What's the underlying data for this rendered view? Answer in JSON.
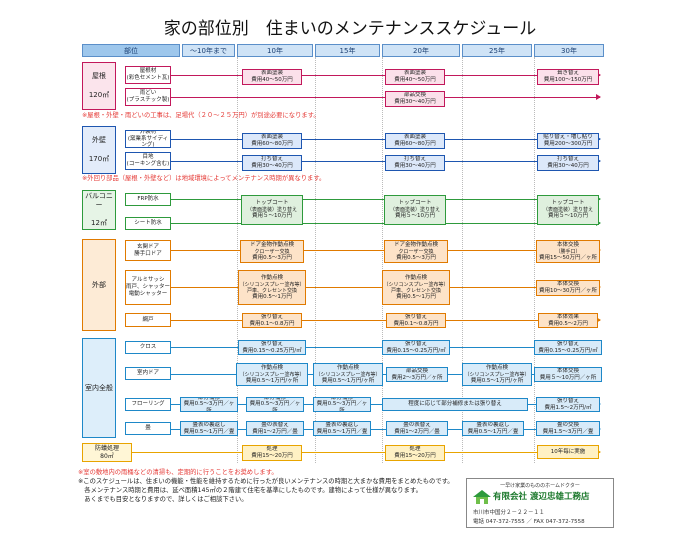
{
  "title": "家の部位別　住まいのメンテナンススケジュール",
  "header": [
    "部位",
    "～10年まで",
    "10年",
    "15年",
    "20年",
    "25年",
    "30年"
  ],
  "colors": {
    "roof": "#c2185b",
    "wall": "#1e56b0",
    "balcony": "#2e9a3c",
    "exterior": "#e07a00",
    "interior": "#1e88c8",
    "termite": "#e8a400",
    "note": "#e53935"
  },
  "sections": {
    "roof": {
      "name": "屋根",
      "area": "120㎡",
      "items": [
        "屋根材\n(彩色セメント瓦)",
        "雨どい\n(プラスチック製)"
      ],
      "tasks": [
        {
          "title": "表面塗装",
          "cost": "費用40～50万円"
        },
        {
          "title": "表面塗装",
          "cost": "費用40～50万円"
        },
        {
          "title": "葺き替え",
          "cost": "費用100～150万円"
        },
        {
          "title": "部品交換",
          "cost": "費用30～40万円"
        }
      ],
      "note": "※屋根・外壁・雨どいの工事は、足場代（２０～２５万円）が別途必要になります。"
    },
    "wall": {
      "name": "外壁",
      "area": "170㎡",
      "items": [
        "外装材\n(窯業系サイディング)",
        "目地\n(コーキング含む)"
      ],
      "tasks": [
        {
          "title": "表面塗装",
          "cost": "費用60～80万円"
        },
        {
          "title": "表面塗装",
          "cost": "費用60～80万円"
        },
        {
          "title": "貼り替え・増し貼り",
          "cost": "費用200～300万円"
        },
        {
          "title": "打ち替え",
          "cost": "費用30～40万円"
        },
        {
          "title": "打ち替え",
          "cost": "費用30～40万円"
        },
        {
          "title": "打ち替え",
          "cost": "費用30～40万円"
        }
      ],
      "note": "※外回り部品（屋根・外壁など）は地域環境によってメンテナンス時期が異なります。"
    },
    "balcony": {
      "name": "バルコニー",
      "area": "12㎡",
      "items": [
        "FRP防水",
        "シート防水"
      ],
      "tasks": [
        {
          "title": "トップコート",
          "sub": "（表面塗装）塗り替え",
          "cost": "費用５～10万円"
        },
        {
          "title": "トップコート",
          "sub": "（表面塗装）塗り替え",
          "cost": "費用５～10万円"
        },
        {
          "title": "トップコート",
          "sub": "（表面塗装）塗り替え",
          "cost": "費用５～10万円"
        }
      ]
    },
    "exterior": {
      "name": "外部",
      "items": [
        "玄関ドア\n勝手口ドア",
        "アルミサッシ\n雨戸、シャッター\n電動シャッター",
        "網戸"
      ],
      "tasks": [
        {
          "title": "ドア金物作動点検",
          "sub": "クローザー交換",
          "cost": "費用0.5～3万円"
        },
        {
          "title": "ドア金物作動点検",
          "sub": "クローザー交換",
          "cost": "費用0.5～3万円"
        },
        {
          "title": "本体交換",
          "sub": "（勝手口）",
          "cost": "費用15～50万円／ヶ所"
        },
        {
          "title": "作動点検",
          "sub": "（シリコンスプレー塗布等）\n戸車、クレセント交換",
          "cost": "費用0.5～1万円"
        },
        {
          "title": "作動点検",
          "sub": "（シリコンスプレー塗布等）\n戸車、クレセント交換",
          "cost": "費用0.5～1万円"
        },
        {
          "title": "本体交換",
          "cost": "費用10～30万円／ヶ所"
        },
        {
          "title": "張り替え",
          "cost": "費用0.1～0.8万円"
        },
        {
          "title": "張り替え",
          "cost": "費用0.1～0.8万円"
        },
        {
          "title": "本体効果",
          "cost": "費用0.5～2万円"
        }
      ]
    },
    "interior": {
      "name": "室内全般",
      "items": [
        "クロス",
        "室内ドア",
        "フローリング",
        "畳"
      ],
      "tasks": [
        {
          "title": "張り替え",
          "cost": "費用0.15～0.25万円/㎡"
        },
        {
          "title": "張り替え",
          "cost": "費用0.15～0.25万円/㎡"
        },
        {
          "title": "張り替え",
          "cost": "費用0.15～0.25万円/㎡"
        },
        {
          "title": "作動点検",
          "sub": "（シリコンスプレー塗布等）",
          "cost": "費用0.5～1万円/ヶ所"
        },
        {
          "title": "作動点検",
          "sub": "（シリコンスプレー塗布等）",
          "cost": "費用0.5～1万円/ヶ所"
        },
        {
          "title": "部品交換",
          "cost": "費用2～3万円／ヶ所"
        },
        {
          "title": "作動点検",
          "sub": "（シリコンスプレー塗布等）",
          "cost": "費用0.5～1万円/ヶ所"
        },
        {
          "title": "本体交換",
          "cost": "費用５～10万円／ヶ所"
        },
        {
          "title": "部分補修",
          "cost": "費用0.5～3万円／ヶ所"
        },
        {
          "title": "部分補修",
          "cost": "費用0.5～3万円／ヶ所"
        },
        {
          "title": "部分補修",
          "cost": "費用0.5～3万円／ヶ所"
        },
        {
          "title": "程度に応じて部分補修または張り替え"
        },
        {
          "title": "張り替え",
          "cost": "費用1.5～2万円/㎡"
        },
        {
          "title": "畳表の裏返し",
          "cost": "費用0.5～1万円／畳"
        },
        {
          "title": "畳の表替え",
          "cost": "費用1～2万円／畳"
        },
        {
          "title": "畳表の裏返し",
          "cost": "費用0.5～1万円／畳"
        },
        {
          "title": "畳の表替え",
          "cost": "費用1～2万円／畳"
        },
        {
          "title": "畳表の裏返し",
          "cost": "費用0.5～1万円／畳"
        },
        {
          "title": "畳の交換",
          "cost": "費用1.5～3万円／畳"
        }
      ]
    },
    "termite": {
      "name": "防蟻処理\n80㎡",
      "tasks": [
        {
          "title": "処理",
          "cost": "費用15～20万円"
        },
        {
          "title": "処理",
          "cost": "費用15～20万円"
        },
        {
          "title": "10年毎に実施"
        }
      ]
    }
  },
  "footnotes": [
    "※室の敷地内の雨桶などの清掃も、定期的に行うことをお奨めします。",
    "※このスケジュールは、住まいの機能・性能を維持するために行ったが良いメンテナンスの時期と大まかな費用をまとめたものです。",
    "　各メンテナンス時期と費用は、延べ面積145㎡の２階建て住宅を基準にしたものです。建物によって仕様が異なります。",
    "　あくまでも目安となりますので、詳しくはご相談下さい。"
  ],
  "company": {
    "tagline": "一早け家業のもののホームドクター",
    "name": "有限会社 渡辺忠雄工務店",
    "address": "市川市中国分２－２２－１１",
    "phone": "電話 047-372-7555 ／ FAX 047-372-7558"
  }
}
